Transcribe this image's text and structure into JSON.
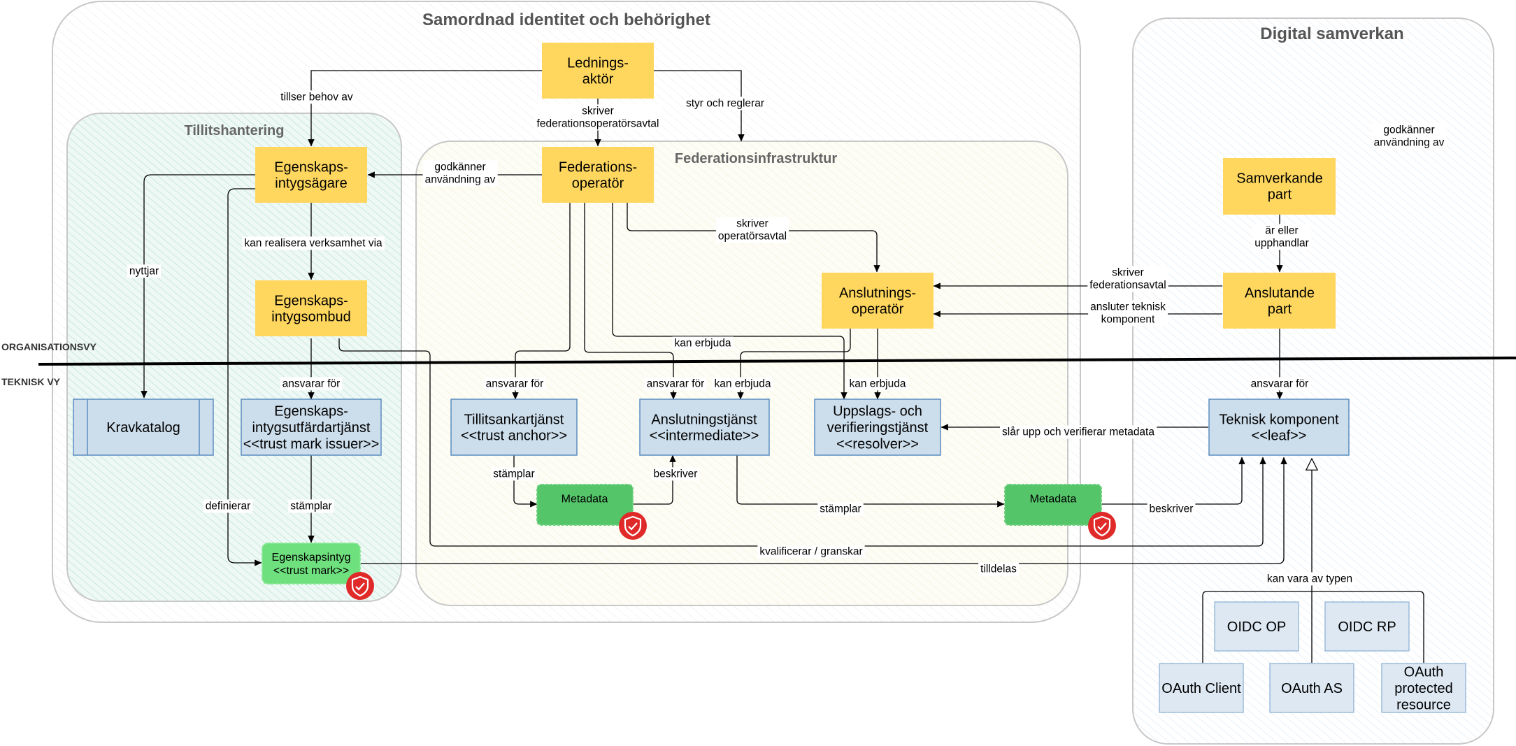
{
  "regions": {
    "identity": "Samordnad identitet och behörighet",
    "digital": "Digital samverkan",
    "trust": "Tillitshantering",
    "federation": "Federationsinfrastruktur"
  },
  "views": {
    "organisation": "ORGANISATIONSVY",
    "technical": "TEKNISK VY"
  },
  "nodes": {
    "ledningsaktor": [
      "Lednings-",
      "aktör"
    ],
    "federationsoperator": [
      "Federations-",
      "operatör"
    ],
    "egenskapsintygsagare": [
      "Egenskaps-",
      "intygsägare"
    ],
    "egenskapsintygsombud": [
      "Egenskaps-",
      "intygsombud"
    ],
    "anslutningsoperator": [
      "Anslutnings-",
      "operatör"
    ],
    "samverkande_part": [
      "Samverkande",
      "part"
    ],
    "anslutande_part": [
      "Anslutande",
      "part"
    ],
    "kravkatalog": [
      "Kravkatalog"
    ],
    "intygsutfardartjanst": [
      "Egenskaps-",
      "intygsutfärdartjänst",
      "<<trust mark issuer>>"
    ],
    "tillitsankartjanst": [
      "Tillitsankartjänst",
      "<<trust anchor>>"
    ],
    "anslutningstjanst": [
      "Anslutningstjänst",
      "<<intermediate>>"
    ],
    "uppslagstjanst": [
      "Uppslags- och",
      "verifieringstjänst",
      "<<resolver>>"
    ],
    "teknisk_komponent": [
      "Teknisk komponent",
      "<<leaf>>"
    ],
    "metadata_1": [
      "Metadata"
    ],
    "metadata_2": [
      "Metadata"
    ],
    "egenskapsintyg": [
      "Egenskapsintyg",
      "<<trust mark>>"
    ],
    "oidc_op": [
      "OIDC OP"
    ],
    "oidc_rp": [
      "OIDC RP"
    ],
    "oauth_client": [
      "OAuth Client"
    ],
    "oauth_as": [
      "OAuth AS"
    ],
    "oauth_protected": [
      "OAuth",
      "protected",
      "resource"
    ]
  },
  "edge_labels": {
    "tillser": [
      "tillser behov av"
    ],
    "skriver_fed": [
      "skriver",
      "federationsoperatörsavtal"
    ],
    "styr": [
      "styr och reglerar"
    ],
    "godkanner_left": [
      "godkänner",
      "användning av"
    ],
    "godkanner_right": [
      "godkänner",
      "användning av"
    ],
    "kan_realisera": [
      "kan realisera verksamhet via"
    ],
    "nyttjar": [
      "nyttjar"
    ],
    "skriver_op": [
      "skriver",
      "operatörsavtal"
    ],
    "ar_eller": [
      "är eller",
      "upphandlar"
    ],
    "skriver_fedavtal": [
      "skriver",
      "federationsavtal"
    ],
    "ansluter": [
      "ansluter teknisk",
      "komponent"
    ],
    "kan_erbjuda_top": [
      "kan erbjuda"
    ],
    "ansvarar_1": [
      "ansvarar för"
    ],
    "ansvarar_2": [
      "ansvarar för"
    ],
    "ansvarar_3": [
      "ansvarar för"
    ],
    "ansvarar_4": [
      "ansvarar för"
    ],
    "kan_erbjuda_2": [
      "kan erbjuda"
    ],
    "kan_erbjuda_3": [
      "kan erbjuda"
    ],
    "slar_upp": [
      "slår upp och verifierar metadata"
    ],
    "stamplar_1": [
      "stämplar"
    ],
    "stamplar_2": [
      "stämplar"
    ],
    "stamplar_3": [
      "stämplar"
    ],
    "beskriver_1": [
      "beskriver"
    ],
    "beskriver_2": [
      "beskriver"
    ],
    "definierar": [
      "definierar"
    ],
    "kvalificerar": [
      "kvalificerar / granskar"
    ],
    "tilldelas": [
      "tilldelas"
    ],
    "kan_vara": [
      "kan vara av typen"
    ]
  },
  "colors": {
    "actor_fill": "#FFD75E",
    "service_fill": "#CCDDEB",
    "service_stroke": "#5B8DC0",
    "type_fill": "#DDE8F3",
    "metadata_fill": "#55C56A",
    "trustmark_fill": "#6FE07E",
    "badge": "#E02A2A"
  }
}
